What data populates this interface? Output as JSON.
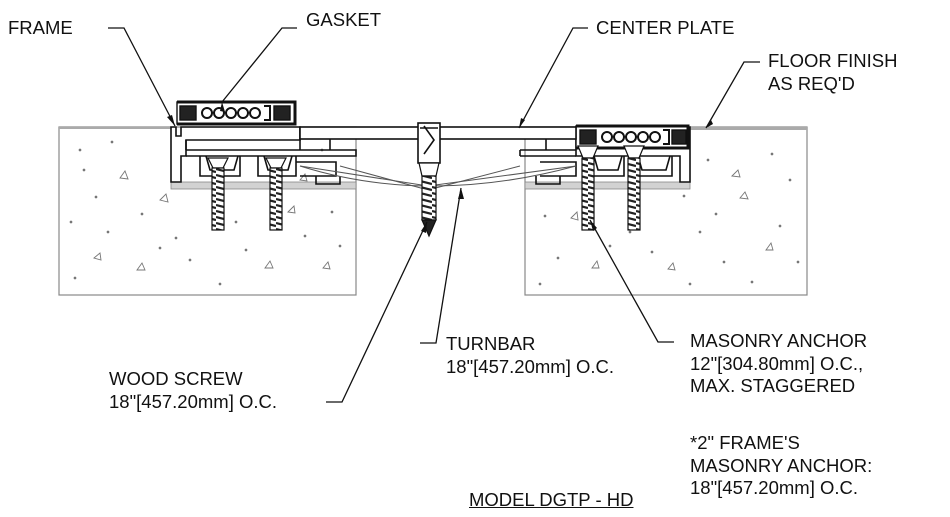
{
  "labels": {
    "frame": "FRAME",
    "gasket": "GASKET",
    "center_plate": "CENTER PLATE",
    "floor_finish": [
      "FLOOR FINISH",
      "AS REQ'D"
    ],
    "turnbar": [
      "TURNBAR",
      "18\"[457.20mm] O.C."
    ],
    "wood_screw": [
      "WOOD SCREW",
      "18\"[457.20mm] O.C."
    ],
    "masonry_anchor": [
      "MASONRY ANCHOR",
      "12\"[304.80mm] O.C.,",
      "MAX. STAGGERED"
    ],
    "frame_note": [
      "*2\" FRAME'S",
      "MASONRY ANCHOR:",
      "18\"[457.20mm] O.C."
    ]
  },
  "title": "MODEL DGTP - HD"
}
